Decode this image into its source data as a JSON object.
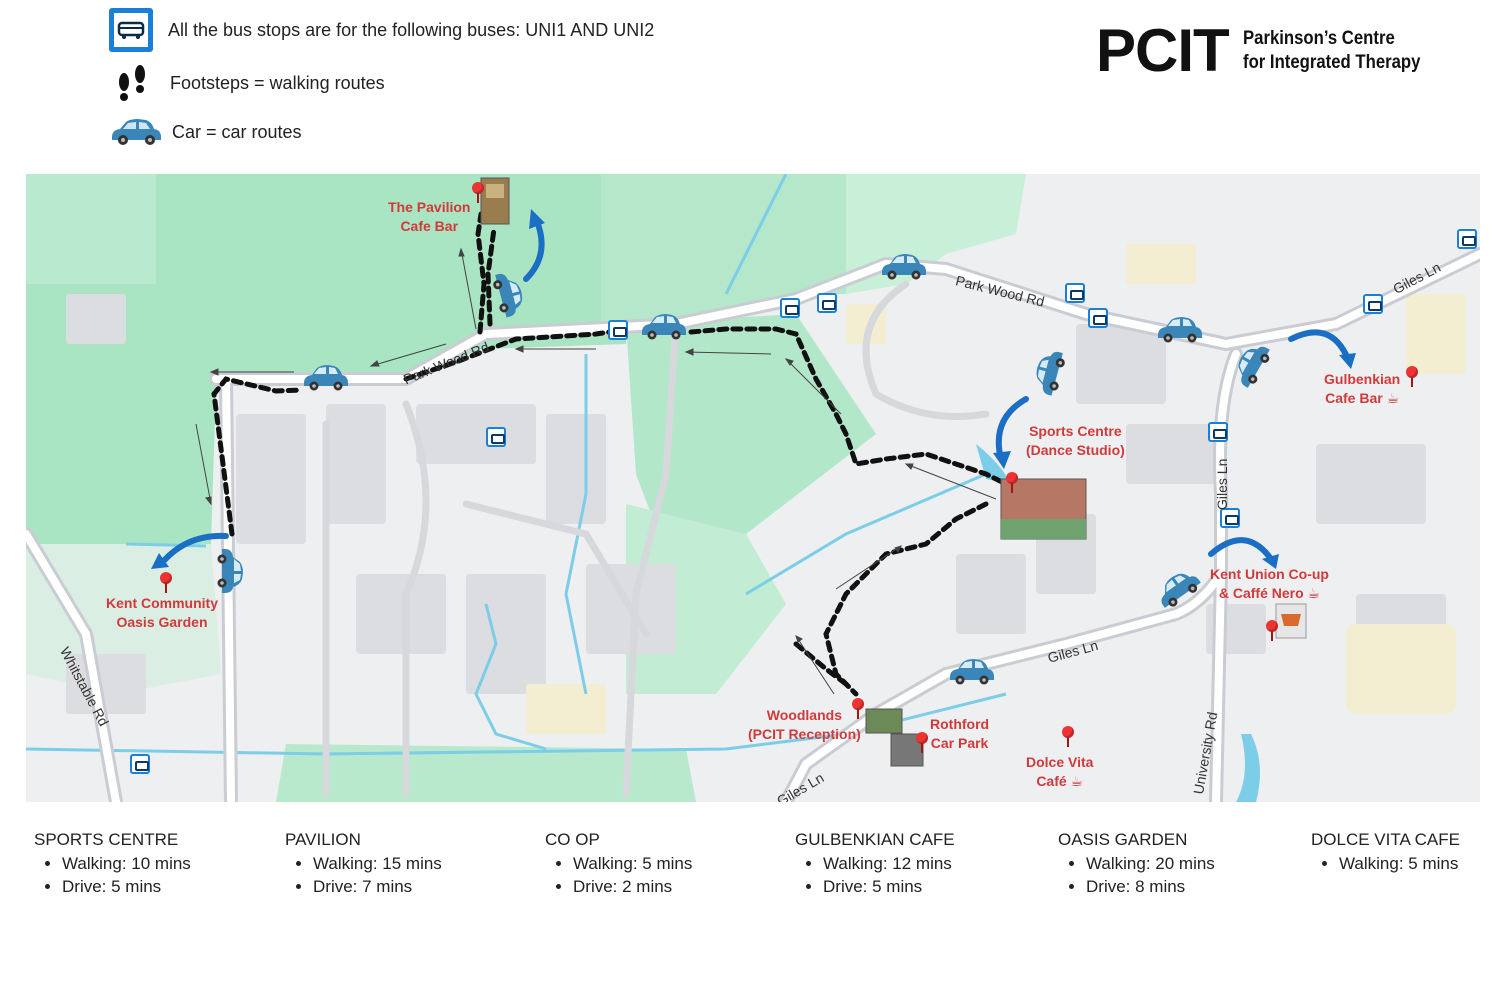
{
  "legend": {
    "bus_text": "All the bus stops are for the following buses: UNI1 AND UNI2",
    "walk_text": "Footsteps = walking routes",
    "car_text": "Car = car routes",
    "icons": [
      "bus-stop-icon",
      "footsteps-icon",
      "car-icon"
    ]
  },
  "logo": {
    "mark": "PCIT",
    "line1": "Parkinson’s Centre",
    "line2": "for Integrated Therapy"
  },
  "map": {
    "roads": {
      "park_wood_rd_1": "Park Wood Rd",
      "park_wood_rd_2": "Park Wood Rd",
      "giles_ln_1": "Giles Ln",
      "giles_ln_2": "Giles Ln",
      "giles_ln_3": "Giles Ln",
      "giles_ln_4": "Giles Ln",
      "whitstable_rd": "Whitstable Rd",
      "university_rd": "University Rd"
    },
    "places": {
      "pavilion_1": "The Pavilion",
      "pavilion_2": "Cafe Bar",
      "sports_1": "Sports Centre",
      "sports_2": "(Dance Studio)",
      "gulbenkian_1": "Gulbenkian",
      "gulbenkian_2": "Cafe Bar ☕",
      "kent_union_1": "Kent Union Co-up",
      "kent_union_2": "& Caffé Nero ☕",
      "oasis_1": "Kent Community",
      "oasis_2": "Oasis Garden",
      "woodlands_1": "Woodlands",
      "woodlands_2": "(PCIT Reception)",
      "rothford_1": "Rothford",
      "rothford_2": "Car Park",
      "dolce_1": "Dolce Vita",
      "dolce_2": "Café ☕"
    },
    "colors": {
      "walk_route": "#111111",
      "car": "#3a86b8",
      "arrow": "#1a6fc4",
      "label": "#d13a3a",
      "bus_stop": "#1a7fd6",
      "green": "#a9e4c3",
      "water": "#7ccde8"
    }
  },
  "destinations": [
    {
      "name": "SPORTS CENTRE",
      "walking": "Walking: 10 mins",
      "drive": "Drive: 5 mins"
    },
    {
      "name": "PAVILION",
      "walking": "Walking: 15 mins",
      "drive": "Drive: 7 mins"
    },
    {
      "name": "CO OP",
      "walking": "Walking: 5 mins",
      "drive": "Drive: 2 mins"
    },
    {
      "name": "GULBENKIAN CAFE",
      "walking": "Walking: 12 mins",
      "drive": "Drive: 5 mins"
    },
    {
      "name": "OASIS GARDEN",
      "walking": "Walking: 20 mins",
      "drive": "Drive: 8 mins"
    },
    {
      "name": "DOLCE VITA CAFE",
      "walking": "Walking: 5 mins"
    }
  ]
}
